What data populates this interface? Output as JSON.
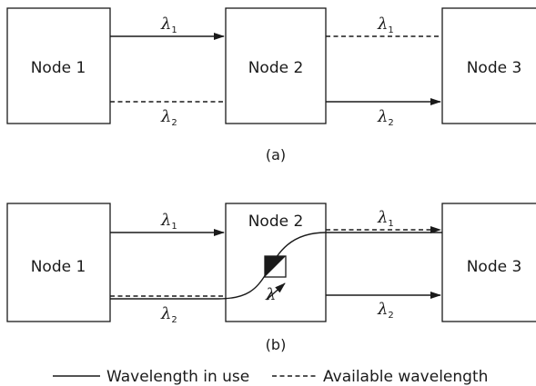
{
  "diagram_a": {
    "caption": "(a)",
    "nodes": {
      "node1": "Node 1",
      "node2": "Node 2",
      "node3": "Node 3"
    },
    "links": {
      "n1_n2_top": {
        "symbol": "λ",
        "subscript": "1",
        "style": "solid"
      },
      "n1_n2_bottom": {
        "symbol": "λ",
        "subscript": "2",
        "style": "dashed"
      },
      "n2_n3_top": {
        "symbol": "λ",
        "subscript": "1",
        "style": "dashed"
      },
      "n2_n3_bottom": {
        "symbol": "λ",
        "subscript": "2",
        "style": "solid"
      }
    }
  },
  "diagram_b": {
    "caption": "(b)",
    "nodes": {
      "node1": "Node 1",
      "node2": "Node 2",
      "node3": "Node 3"
    },
    "links": {
      "n1_n2_top": {
        "symbol": "λ",
        "subscript": "1",
        "style": "solid"
      },
      "n1_n2_bottom": {
        "symbol": "λ",
        "subscript": "2",
        "style": "solid + dashed"
      },
      "n2_n3_top": {
        "symbol": "λ",
        "subscript": "1",
        "style": "solid + dashed"
      },
      "n2_n3_bottom": {
        "symbol": "λ",
        "subscript": "2",
        "style": "solid"
      }
    },
    "converter_label": "λ"
  },
  "legend": {
    "in_use": "Wavelength in use",
    "available": "Available wavelength"
  },
  "colors": {
    "ink": "#1a1a1a",
    "background": "#ffffff"
  },
  "icons": {
    "converter": "wavelength-converter-icon",
    "arrow": "arrow-head-icon"
  }
}
